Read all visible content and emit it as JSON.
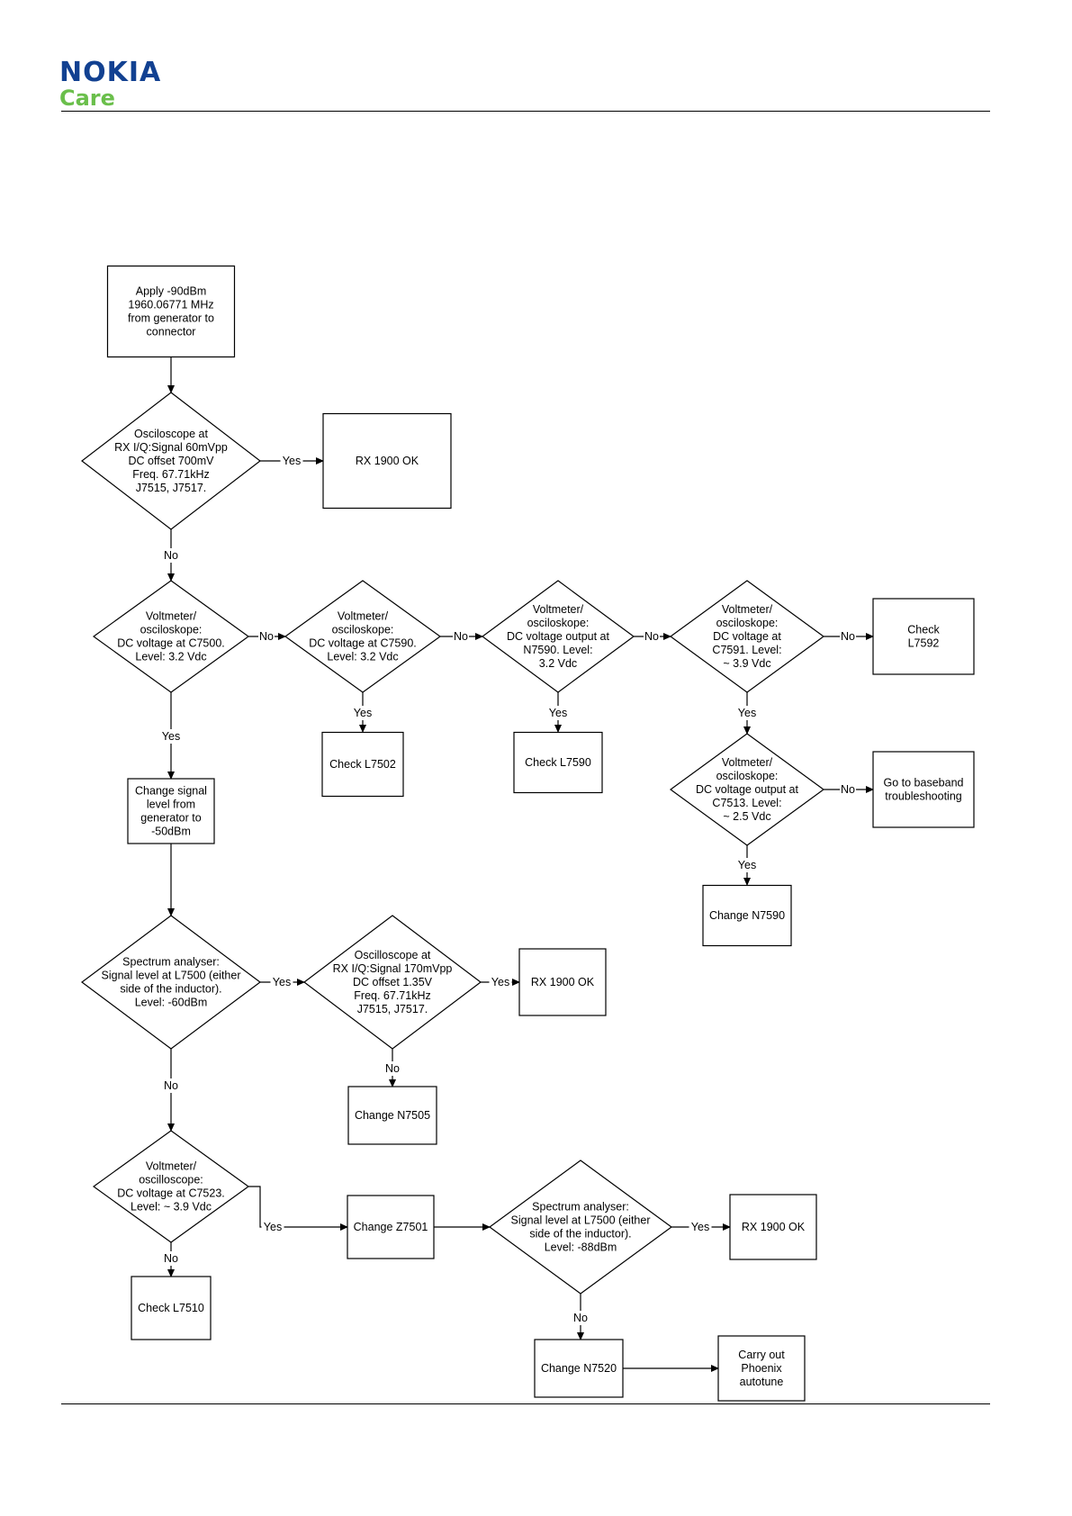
{
  "header": {
    "brand_name": "NOKIA",
    "brand_sub": "Care"
  },
  "colors": {
    "brand_blue": "#124191",
    "brand_green": "#6abf4b",
    "line": "#000000"
  },
  "flow": {
    "nodes": {
      "n1": {
        "lines": [
          "Apply -90dBm",
          "1960.06771 MHz",
          "from generator to",
          "connector"
        ]
      },
      "d1": {
        "lines": [
          "Osciloscope at",
          "RX I/Q:Signal 60mVpp",
          "DC offset 700mV",
          "Freq. 67.71kHz",
          "J7515, J7517."
        ]
      },
      "ok1": {
        "lines": [
          "RX 1900 OK"
        ]
      },
      "d2": {
        "lines": [
          "Voltmeter/",
          "osciloskope:",
          "DC voltage at C7500.",
          "Level: 3.2 Vdc"
        ]
      },
      "d3": {
        "lines": [
          "Voltmeter/",
          "osciloskope:",
          "DC voltage at C7590.",
          "Level: 3.2 Vdc"
        ]
      },
      "d4": {
        "lines": [
          "Voltmeter/",
          "osciloskope:",
          "DC voltage output at",
          "N7590. Level:",
          "3.2 Vdc"
        ]
      },
      "d5": {
        "lines": [
          "Voltmeter/",
          "osciloskope:",
          "DC voltage at",
          "C7591. Level:",
          "~ 3.9 Vdc"
        ]
      },
      "b1": {
        "lines": [
          "Check",
          "L7592"
        ]
      },
      "b2": {
        "lines": [
          "Check L7502"
        ]
      },
      "b3": {
        "lines": [
          "Check L7590"
        ]
      },
      "d6": {
        "lines": [
          "Voltmeter/",
          "osciloskope:",
          "DC voltage output at",
          "C7513. Level:",
          "~ 2.5 Vdc"
        ]
      },
      "b4": {
        "lines": [
          "Go to baseband",
          "troubleshooting"
        ]
      },
      "b5": {
        "lines": [
          "Change N7590"
        ]
      },
      "b6": {
        "lines": [
          "Change signal",
          "level from",
          "generator to",
          "-50dBm"
        ]
      },
      "d7": {
        "lines": [
          "Spectrum analyser:",
          "Signal level at L7500 (either",
          "side of the inductor).",
          "Level: -60dBm"
        ]
      },
      "d8": {
        "lines": [
          "Oscilloscope at",
          "RX I/Q:Signal 170mVpp",
          "DC offset 1.35V",
          "Freq. 67.71kHz",
          "J7515, J7517."
        ]
      },
      "ok2": {
        "lines": [
          "RX 1900 OK"
        ]
      },
      "b7": {
        "lines": [
          "Change N7505"
        ]
      },
      "d9": {
        "lines": [
          "Voltmeter/",
          "oscilloscope:",
          "DC voltage at C7523.",
          "Level: ~ 3.9 Vdc"
        ]
      },
      "b8": {
        "lines": [
          "Change Z7501"
        ]
      },
      "d10": {
        "lines": [
          "Spectrum analyser:",
          "Signal level at L7500 (either",
          "side of the inductor).",
          "Level: -88dBm"
        ]
      },
      "ok3": {
        "lines": [
          "RX 1900 OK"
        ]
      },
      "b9": {
        "lines": [
          "Check L7510"
        ]
      },
      "b10": {
        "lines": [
          "Change N7520"
        ]
      },
      "b11": {
        "lines": [
          "Carry out",
          "Phoenix",
          "autotune"
        ]
      }
    },
    "edges": [
      {
        "from": "n1",
        "to": "d1",
        "label": ""
      },
      {
        "from": "d1",
        "to": "ok1",
        "label": "Yes"
      },
      {
        "from": "d1",
        "to": "d2",
        "label": "No"
      },
      {
        "from": "d2",
        "to": "d3",
        "label": "No"
      },
      {
        "from": "d3",
        "to": "d4",
        "label": "No"
      },
      {
        "from": "d4",
        "to": "d5",
        "label": "No"
      },
      {
        "from": "d5",
        "to": "b1",
        "label": "No"
      },
      {
        "from": "d3",
        "to": "b2",
        "label": "Yes"
      },
      {
        "from": "d4",
        "to": "b3",
        "label": "Yes"
      },
      {
        "from": "d5",
        "to": "d6",
        "label": "Yes"
      },
      {
        "from": "d6",
        "to": "b4",
        "label": "No"
      },
      {
        "from": "d6",
        "to": "b5",
        "label": "Yes"
      },
      {
        "from": "d2",
        "to": "b6",
        "label": "Yes"
      },
      {
        "from": "b6",
        "to": "d7",
        "label": ""
      },
      {
        "from": "d7",
        "to": "d8",
        "label": "Yes"
      },
      {
        "from": "d8",
        "to": "ok2",
        "label": "Yes"
      },
      {
        "from": "d8",
        "to": "b7",
        "label": "No"
      },
      {
        "from": "d7",
        "to": "d9",
        "label": "No"
      },
      {
        "from": "d9",
        "to": "b8",
        "label": "Yes"
      },
      {
        "from": "b8",
        "to": "d10",
        "label": ""
      },
      {
        "from": "d10",
        "to": "ok3",
        "label": "Yes"
      },
      {
        "from": "d9",
        "to": "b9",
        "label": "No"
      },
      {
        "from": "d10",
        "to": "b10",
        "label": "No"
      },
      {
        "from": "b10",
        "to": "b11",
        "label": ""
      }
    ]
  }
}
